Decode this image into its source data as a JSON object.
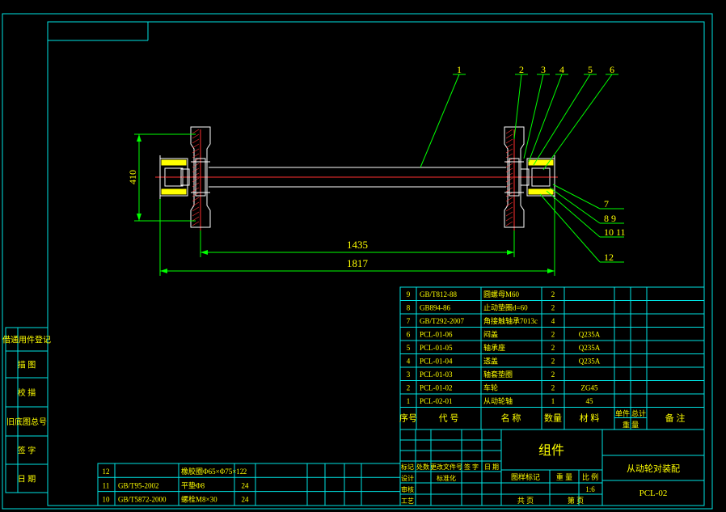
{
  "colors": {
    "background": "#000000",
    "frame": "#00e5e5",
    "part_outline": "#ffffff",
    "leader": "#00ff00",
    "dimension": "#00ff00",
    "dim_text": "#ffff00",
    "center_line": "#ff3030",
    "bearing": "#ffff00",
    "text": "#ffff00",
    "hatch": "#ff3030"
  },
  "drawing": {
    "dim_height": "410",
    "dim_inner": "1435",
    "dim_overall": "1817",
    "balloons": [
      "1",
      "2",
      "3",
      "4",
      "5",
      "6",
      "7",
      "8 9",
      "10 11",
      "12"
    ]
  },
  "left_strip": [
    "借通用件登记",
    "描 图",
    "校 描",
    "旧底图总号",
    "签 字",
    "日 期"
  ],
  "bom_main": {
    "rows": [
      {
        "no": "9",
        "code": "GB/T812-88",
        "name": "圆螺母M60",
        "qty": "2",
        "material": ""
      },
      {
        "no": "8",
        "code": "GB894-86",
        "name": "止动垫圈d=60",
        "qty": "2",
        "material": ""
      },
      {
        "no": "7",
        "code": "GB/T292-2007",
        "name": "角接触轴承7013c",
        "qty": "4",
        "material": ""
      },
      {
        "no": "6",
        "code": "PCL-01-06",
        "name": "闷盖",
        "qty": "2",
        "material": "Q235A"
      },
      {
        "no": "5",
        "code": "PCL-01-05",
        "name": "轴承座",
        "qty": "2",
        "material": "Q235A"
      },
      {
        "no": "4",
        "code": "PCL-01-04",
        "name": "透盖",
        "qty": "2",
        "material": "Q235A"
      },
      {
        "no": "3",
        "code": "PCL-01-03",
        "name": "轴套垫圈",
        "qty": "2",
        "material": ""
      },
      {
        "no": "2",
        "code": "PCL-01-02",
        "name": "车轮",
        "qty": "2",
        "material": "ZG45"
      },
      {
        "no": "1",
        "code": "PCL-02-01",
        "name": "从动轮轴",
        "qty": "1",
        "material": "45"
      }
    ],
    "header": {
      "no": "序号",
      "code": "代 号",
      "name": "名 称",
      "qty": "数量",
      "material": "材 料",
      "unit_weight": "单件",
      "total_weight": "总计",
      "weight": "重 量",
      "remark": "备 注"
    }
  },
  "bom_small": {
    "rows": [
      {
        "no": "12",
        "code": "",
        "name": "橡胶圈Φ65×Φ75×12",
        "qty": "2"
      },
      {
        "no": "11",
        "code": "GB/T95-2002",
        "name": "平垫Φ8",
        "qty": "24"
      },
      {
        "no": "10",
        "code": "GB/T5872-2000",
        "name": "螺栓M8×30",
        "qty": "24"
      }
    ]
  },
  "title_block": {
    "assembly_label": "组件",
    "drawing_name": "从动轮对装配",
    "drawing_number": "PCL-02",
    "revision_labels": [
      "标记",
      "处数",
      "更改文件号",
      "签 字",
      "日 期"
    ],
    "role_design": "设计",
    "role_check": "审核",
    "role_process": "工艺",
    "standardization": "标准化",
    "stage_marker": "图样标记",
    "weight_label": "重 量",
    "scale_label": "比 例",
    "scale_value": "1:6",
    "sheet_total": "共 页",
    "sheet_num": "第 页"
  }
}
